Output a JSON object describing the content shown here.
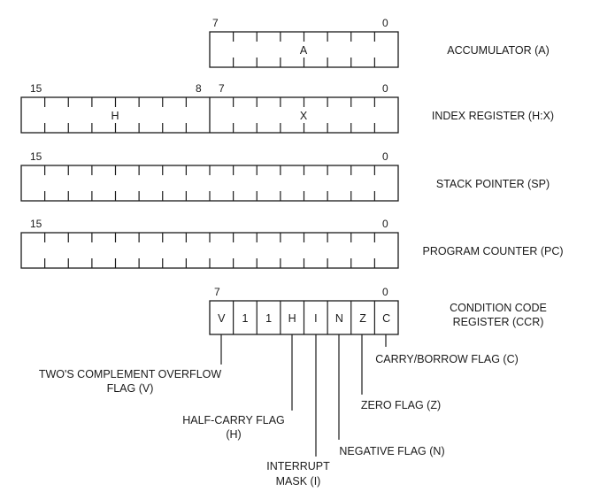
{
  "registers": [
    {
      "id": "accumulator",
      "name": "ACCUMULATOR (A)",
      "bits": 8,
      "high_bit_label": "7",
      "low_bit_label": "0",
      "fields": [
        {
          "label": "A",
          "bits": 8
        }
      ],
      "full_dividers": false
    },
    {
      "id": "index-register",
      "name": "INDEX REGISTER (H:X)",
      "bits": 16,
      "bit_labels": [
        "15",
        "8",
        "7",
        "0"
      ],
      "fields": [
        {
          "label": "H",
          "bits": 8
        },
        {
          "label": "X",
          "bits": 8
        }
      ],
      "full_dividers": false
    },
    {
      "id": "stack-pointer",
      "name": "STACK POINTER (SP)",
      "bits": 16,
      "high_bit_label": "15",
      "low_bit_label": "0",
      "fields": [],
      "full_dividers": false
    },
    {
      "id": "program-counter",
      "name": "PROGRAM COUNTER (PC)",
      "bits": 16,
      "high_bit_label": "15",
      "low_bit_label": "0",
      "fields": [],
      "full_dividers": false
    },
    {
      "id": "condition-code-register",
      "name_lines": [
        "CONDITION CODE",
        "REGISTER (CCR)"
      ],
      "bits": 8,
      "high_bit_label": "7",
      "low_bit_label": "0",
      "cells": [
        "V",
        "1",
        "1",
        "H",
        "I",
        "N",
        "Z",
        "C"
      ],
      "full_dividers": true
    }
  ],
  "flags": [
    {
      "bit": "V",
      "lines": [
        "TWO'S COMPLEMENT OVERFLOW",
        "FLAG (V)"
      ]
    },
    {
      "bit": "H",
      "lines": [
        "HALF-CARRY FLAG",
        "(H)"
      ]
    },
    {
      "bit": "I",
      "lines": [
        "INTERRUPT",
        "MASK (I)"
      ]
    },
    {
      "bit": "N",
      "lines": [
        "NEGATIVE FLAG (N)"
      ]
    },
    {
      "bit": "Z",
      "lines": [
        "ZERO FLAG (Z)"
      ]
    },
    {
      "bit": "C",
      "lines": [
        "CARRY/BORROW FLAG (C)"
      ]
    }
  ],
  "colors": {
    "line": "#1a1a1a",
    "text": "#1a1a1a",
    "background": "#ffffff"
  }
}
